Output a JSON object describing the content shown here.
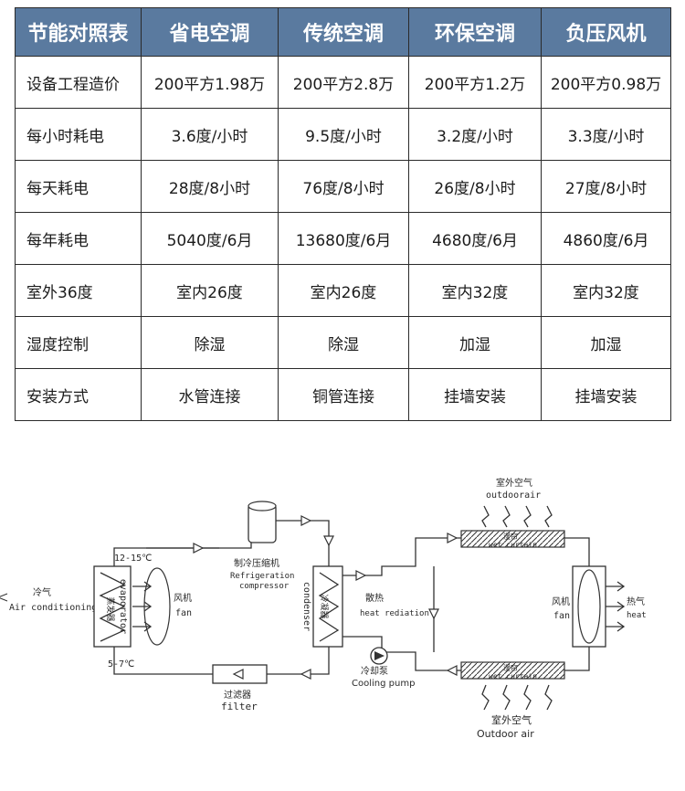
{
  "table": {
    "header": [
      "节能对照表",
      "省电空调",
      "传统空调",
      "环保空调",
      "负压风机"
    ],
    "rows": [
      [
        "设备工程造价",
        "200平方1.98万",
        "200平方2.8万",
        "200平方1.2万",
        "200平方0.98万"
      ],
      [
        "每小时耗电",
        "3.6度/小时",
        "9.5度/小时",
        "3.2度/小时",
        "3.3度/小时"
      ],
      [
        "每天耗电",
        "28度/8小时",
        "76度/8小时",
        "26度/8小时",
        "27度/8小时"
      ],
      [
        "每年耗电",
        "5040度/6月",
        "13680度/6月",
        "4680度/6月",
        "4860度/6月"
      ],
      [
        "室外36度",
        "室内26度",
        "室内26度",
        "室内32度",
        "室内32度"
      ],
      [
        "湿度控制",
        "除湿",
        "除湿",
        "加湿",
        "加湿"
      ],
      [
        "安装方式",
        "水管连接",
        "铜管连接",
        "挂墙安装",
        "挂墙安装"
      ]
    ]
  },
  "diagram": {
    "cold_air_cn": "冷气",
    "cold_air_en": "Air conditioning",
    "temp_high": "12-15℃",
    "temp_low": "5-7℃",
    "evaporator_cn": "蒸发器",
    "evaporator_en": "evaporator",
    "fan_cn": "风机",
    "fan_en": "fan",
    "compressor_cn": "制冷压缩机",
    "compressor_en1": "Refrigeration",
    "compressor_en2": "compressor",
    "condenser_cn": "冷凝器",
    "condenser_en": "condenser",
    "heat_radiation_cn": "散热",
    "heat_radiation_en": "heat rediation",
    "pump_cn": "冷却泵",
    "pump_en": "Cooling pump",
    "filter_cn": "过滤器",
    "filter_en": "filter",
    "outdoor_top_cn": "室外空气",
    "outdoor_top_en": "outdoorair",
    "wet_curtain_cn": "湿帘",
    "wet_curtain_en": "wet curtain",
    "fan2_cn": "风机",
    "fan2_en": "fan",
    "hot_air_cn": "热气",
    "hot_air_en": "heat",
    "outdoor_bottom_cn": "室外空气",
    "outdoor_bottom_en": "Outdoor air"
  }
}
